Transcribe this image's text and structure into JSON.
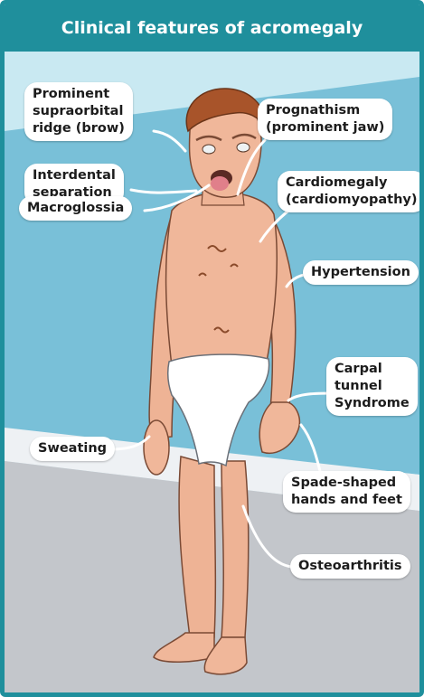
{
  "title": "Clinical features of acromegaly",
  "colors": {
    "header": "#1f8f9c",
    "wall": "#7cc4db",
    "floor": "#c4c7cc",
    "skin": "#f0b79a",
    "hair": "#a8542a"
  },
  "labels": {
    "supraorbital": "Prominent\nsupraorbital\nridge (brow)",
    "interdental": "Interdental\nseparation",
    "macroglossia": "Macroglossia",
    "prognathism": "Prognathism\n(prominent jaw)",
    "cardiomegaly": "Cardiomegaly\n(cardiomyopathy)",
    "hypertension": "Hypertension",
    "carpal": "Carpal\ntunnel\nSyndrome",
    "sweating": "Sweating",
    "spade": "Spade-shaped\nhands and feet",
    "osteoarthritis": "Osteoarthritis"
  }
}
